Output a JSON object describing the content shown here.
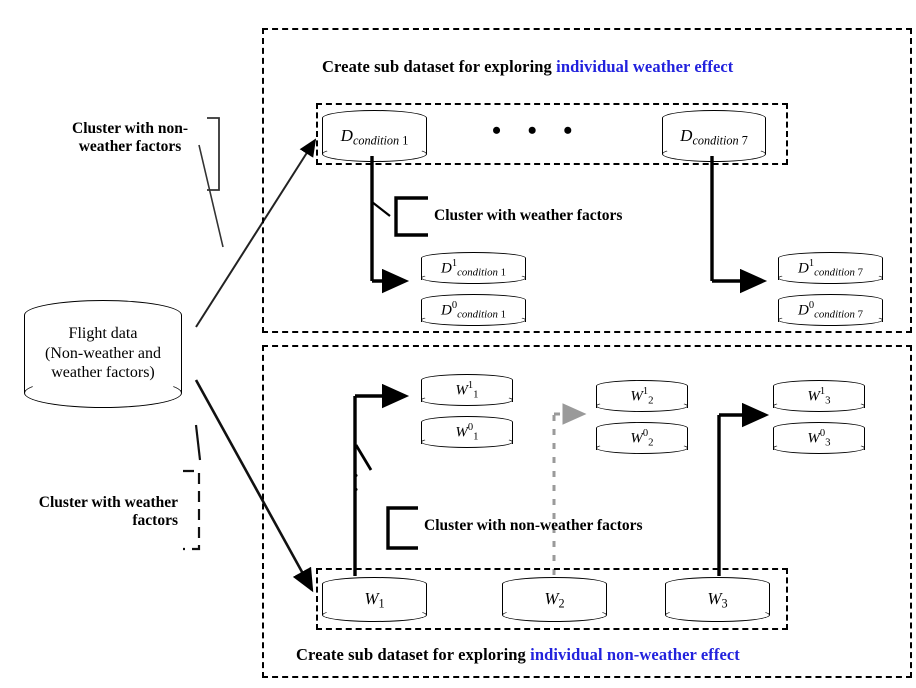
{
  "figure": {
    "title_top_prefix": "Create sub dataset for exploring ",
    "title_top_highlight": "individual weather effect",
    "title_bottom_prefix": "Create sub dataset for exploring ",
    "title_bottom_highlight": "individual non-weather effect",
    "highlight_color": "#2222dd",
    "line_color": "#000000",
    "gray_arrow_color": "#9a9a9a"
  },
  "source": {
    "line1": "Flight data",
    "line2": "(Non-weather and",
    "line3": "weather factors)"
  },
  "callouts": {
    "left_top_line1": "Cluster with non-",
    "left_top_line2": "weather factors",
    "left_bottom_line1": "Cluster with weather",
    "left_bottom_line2": "factors",
    "top_inner": "Cluster with weather factors",
    "bottom_inner": "Cluster with non-weather factors"
  },
  "top_section": {
    "parents": [
      {
        "base": "D",
        "sub": "condition",
        "index": "1"
      },
      {
        "base": "D",
        "sub": "condition",
        "index": "7"
      }
    ],
    "ellipsis": "•  •  •",
    "children_left": [
      {
        "base": "D",
        "sup": "1",
        "sub": "condition",
        "index": "1"
      },
      {
        "base": "D",
        "sup": "0",
        "sub": "condition",
        "index": "1"
      }
    ],
    "children_right": [
      {
        "base": "D",
        "sup": "1",
        "sub": "condition",
        "index": "7"
      },
      {
        "base": "D",
        "sup": "0",
        "sub": "condition",
        "index": "7"
      }
    ]
  },
  "bottom_section": {
    "parents": [
      {
        "base": "W",
        "sub": "1"
      },
      {
        "base": "W",
        "sub": "2"
      },
      {
        "base": "W",
        "sub": "3"
      }
    ],
    "children": [
      [
        {
          "base": "W",
          "sup": "1",
          "sub": "1"
        },
        {
          "base": "W",
          "sup": "0",
          "sub": "1"
        }
      ],
      [
        {
          "base": "W",
          "sup": "1",
          "sub": "2"
        },
        {
          "base": "W",
          "sup": "0",
          "sub": "2"
        }
      ],
      [
        {
          "base": "W",
          "sup": "1",
          "sub": "3"
        },
        {
          "base": "W",
          "sup": "0",
          "sub": "3"
        }
      ]
    ],
    "vertical_ellipsis": "⋮"
  }
}
